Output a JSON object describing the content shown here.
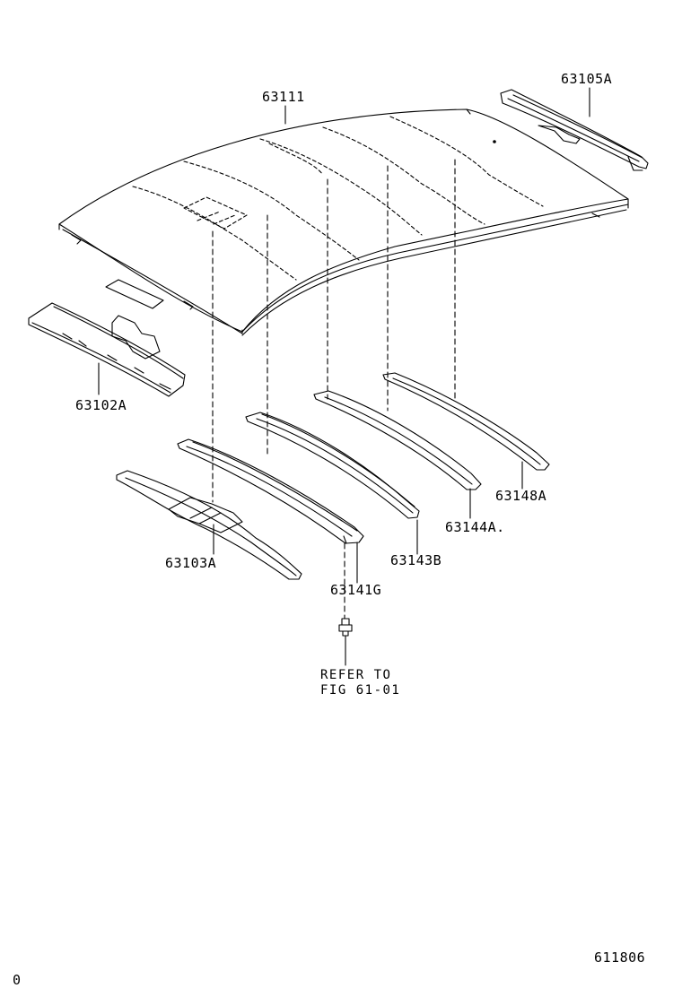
{
  "parts": {
    "roof_panel": "63111",
    "back_header": "63105A",
    "front_header": "63102A",
    "bow_front": "63103A",
    "bow_2": "63141G",
    "bow_3": "63143B",
    "bow_4": "63144A.",
    "bow_5": "63148A"
  },
  "note": {
    "line1": "REFER TO",
    "line2": "FIG 61-01"
  },
  "footer": {
    "figure_code": "611806",
    "corner_mark": "0"
  }
}
